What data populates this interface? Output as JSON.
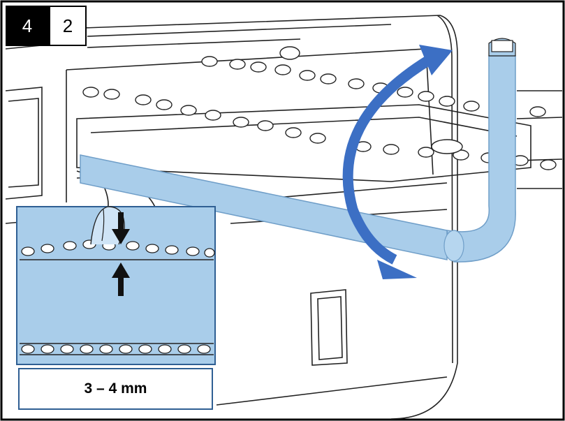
{
  "step": {
    "major": "4",
    "minor": "2"
  },
  "inset": {
    "measurement_label": "3 – 4 mm"
  },
  "colors": {
    "tool_blue": "#a9cdea",
    "tool_outline": "#6f9ec8",
    "arrow_blue": "#3c6fc4",
    "inset_border": "#2f5f93",
    "line_art": "#222222"
  },
  "icons": [
    "rotation-arrow-icon",
    "down-arrow-icon",
    "up-arrow-icon"
  ]
}
